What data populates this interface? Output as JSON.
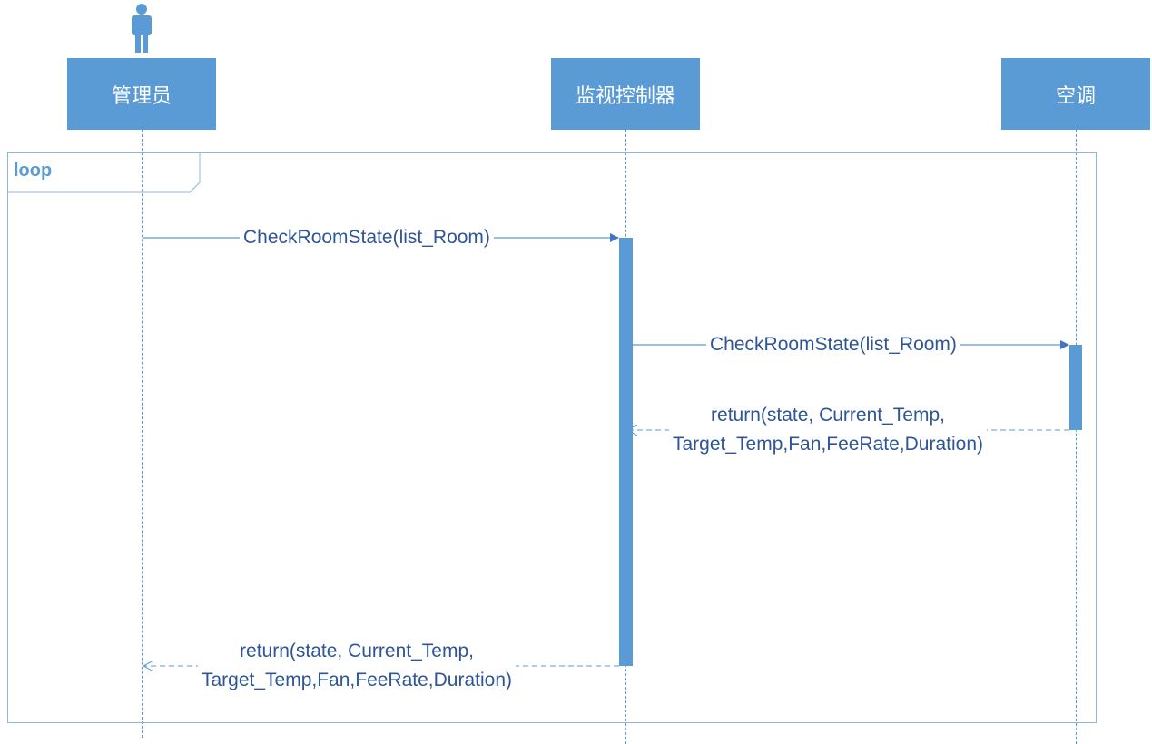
{
  "lifelines": [
    {
      "name": "管理员",
      "kind": "actor"
    },
    {
      "name": "监视控制器",
      "kind": "object"
    },
    {
      "name": "空调",
      "kind": "object"
    }
  ],
  "frame": {
    "label": "loop"
  },
  "messages": [
    {
      "label": "CheckRoomState(list_Room)",
      "from": "管理员",
      "to": "监视控制器",
      "kind": "call"
    },
    {
      "label": "CheckRoomState(list_Room)",
      "from": "监视控制器",
      "to": "空调",
      "kind": "call"
    },
    {
      "label_line1": "return(state, Current_Temp,",
      "label_line2": "Target_Temp,Fan,FeeRate,Duration)",
      "from": "空调",
      "to": "监视控制器",
      "kind": "return"
    },
    {
      "label_line1": "return(state, Current_Temp,",
      "label_line2": "Target_Temp,Fan,FeeRate,Duration)",
      "from": "监视控制器",
      "to": "管理员",
      "kind": "return"
    }
  ],
  "colors": {
    "primary": "#5b9bd5",
    "text": "#2e5597",
    "frame": "#8fb4df"
  }
}
